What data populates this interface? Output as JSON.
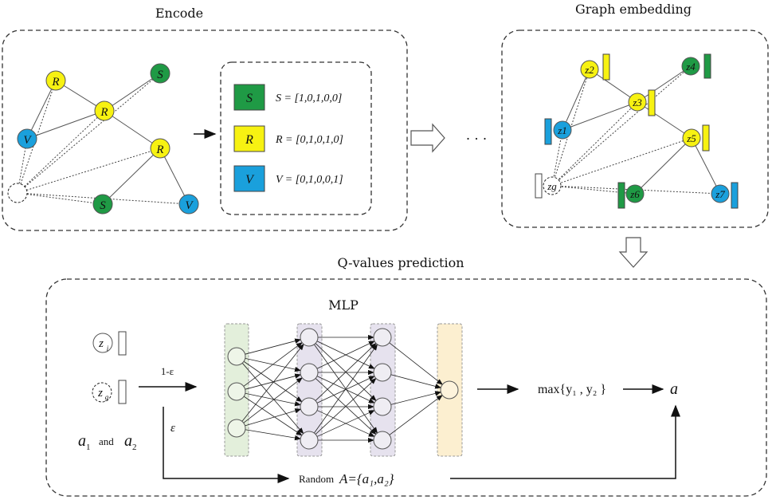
{
  "sections": {
    "encode_title": "Encode",
    "graph_embedding_title": "Graph embedding",
    "qvalues_title": "Q-values prediction",
    "mlp_title": "MLP"
  },
  "encode": {
    "nodes": {
      "S": "S",
      "R": "R",
      "V": "V"
    },
    "legend": [
      {
        "symbol": "S",
        "vector": "S = [1,0,1,0,0]",
        "color": "#1f9a45"
      },
      {
        "symbol": "R",
        "vector": "R = [0,1,0,1,0]",
        "color": "#f7f212"
      },
      {
        "symbol": "V",
        "vector": "V = [0,1,0,0,1]",
        "color": "#1aa0dc"
      }
    ]
  },
  "ellipsis": "· · ·",
  "embedding": {
    "labels": [
      "z2",
      "z3",
      "z4",
      "z1",
      "z5",
      "zg",
      "z6",
      "z7"
    ]
  },
  "qvalues": {
    "zi_label": "z",
    "zi_sub": "i",
    "zg_label": "z",
    "zg_sub": "g",
    "a1": "a",
    "a1_sub": "1",
    "and": "and",
    "a2": "a",
    "a2_sub": "2",
    "one_minus_eps": "1-ε",
    "eps": "ε",
    "max_expr": "max{y₁ , y₂ }",
    "action": "a",
    "random_label": "Random",
    "random_set": "A={a₁,a₂}"
  },
  "colors": {
    "green": "#1f9a45",
    "yellow": "#f7f212",
    "blue": "#1aa0dc",
    "mlp_input": "#e3efdb",
    "mlp_hidden": "#e6e2ee",
    "mlp_output": "#fcefd0"
  },
  "icons": [
    "right-arrow-icon",
    "hollow-arrow-right-icon",
    "hollow-arrow-down-icon"
  ]
}
